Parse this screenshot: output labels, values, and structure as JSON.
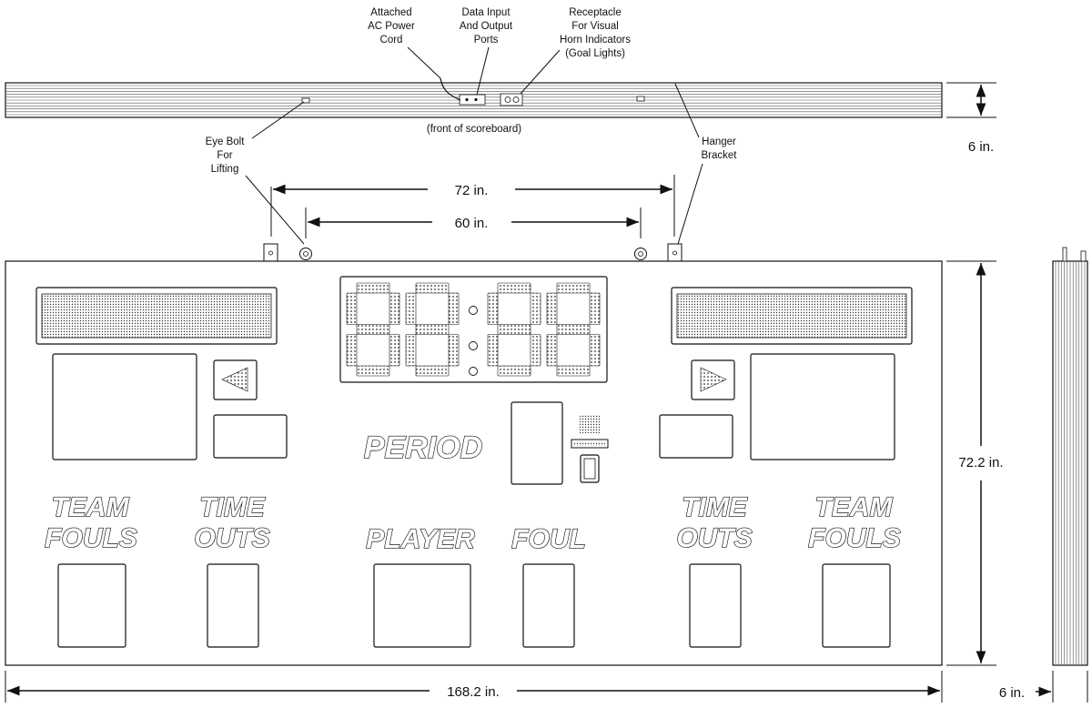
{
  "callouts": {
    "power_cord": [
      "Attached",
      "AC Power",
      "Cord"
    ],
    "data_ports": [
      "Data Input",
      "And Output",
      "Ports"
    ],
    "horn_receptacle": [
      "Receptacle",
      "For Visual",
      "Horn Indicators",
      "(Goal Lights)"
    ],
    "front_note": "(front of scoreboard)",
    "eye_bolt": [
      "Eye Bolt",
      "For",
      "Lifting"
    ],
    "hanger_bracket": [
      "Hanger",
      "Bracket"
    ]
  },
  "dimensions": {
    "depth_top": "6 in.",
    "hanger_span": "72 in.",
    "eyebolt_span": "60 in.",
    "height": "72.2 in.",
    "width": "168.2 in.",
    "depth_side": "6 in."
  },
  "scoreboard": {
    "period": "PERIOD",
    "left_team_fouls": [
      "TEAM",
      "FOULS"
    ],
    "left_time_outs": [
      "TIME",
      "OUTS"
    ],
    "player": "PLAYER",
    "foul": "FOUL",
    "right_time_outs": [
      "TIME",
      "OUTS"
    ],
    "right_team_fouls": [
      "TEAM",
      "FOULS"
    ]
  }
}
